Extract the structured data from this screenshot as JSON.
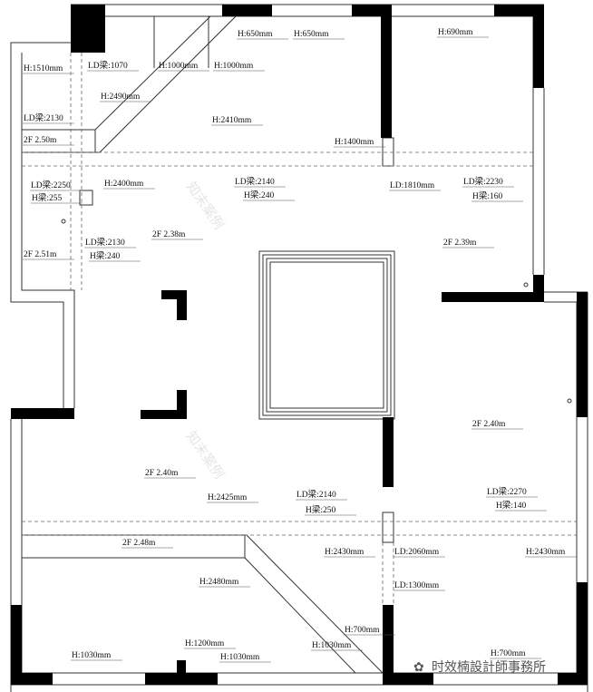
{
  "plan": {
    "wall_color": "#000000",
    "line_color": "#333333",
    "labels": [
      "H:1510mm",
      "LD梁:1070",
      "H:1000mm",
      "H:1000mm",
      "H:650mm",
      "H:650mm",
      "H:690mm",
      "H:2490mm",
      "LD梁:2130",
      "H:2410mm",
      "2F 2.50m",
      "H:1400mm",
      "H:2400mm",
      "LD:1810mm",
      "LD梁:2250",
      "H梁:255",
      "LD梁:2140",
      "H梁:240",
      "LD梁:2230",
      "H梁:160",
      "2F 2.38m",
      "LD梁:2130",
      "H梁:240",
      "2F 2.51m",
      "2F 2.39m",
      "2F 2.40m",
      "2F 2.40m",
      "H:2425mm",
      "LD梁:2140",
      "H梁:250",
      "LD梁:2270",
      "H梁:140",
      "2F 2.48m",
      "H:2430mm",
      "LD:2060mm",
      "H:2430mm",
      "H:2480mm",
      "LD:1300mm",
      "H:700mm",
      "H:1200mm",
      "H:1030mm",
      "H:1030mm",
      "H:1030mm",
      "H:700mm"
    ],
    "watermarks": [
      "知末案例",
      "知末案例"
    ],
    "brand": "时效楠設計師事務所",
    "brand_icon": "wechat-icon"
  }
}
